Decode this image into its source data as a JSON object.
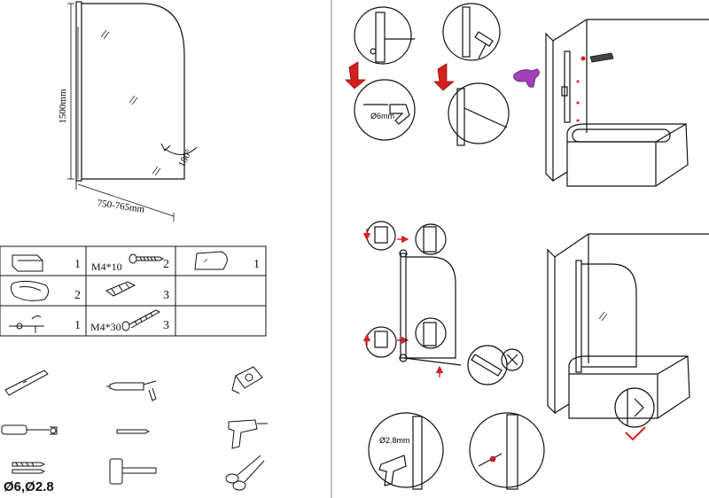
{
  "panel_dimensions": {
    "height": "1500mm",
    "width": "750-765mm",
    "rotation": "180°"
  },
  "parts_table": [
    {
      "item": "wall-profile",
      "qty": "1"
    },
    {
      "item": "screw",
      "label": "M4*10",
      "qty": "2"
    },
    {
      "item": "glass-panel",
      "qty": "1"
    },
    {
      "item": "seal-cap",
      "qty": "2"
    },
    {
      "item": "wall-plug",
      "qty": "3"
    },
    {
      "item": "hinge-clip",
      "qty": "1"
    },
    {
      "item": "screw",
      "label": "M4*30",
      "qty": "3"
    }
  ],
  "tools": [
    "spirit-level",
    "silicone-gun",
    "tape-measure",
    "screwdriver",
    "pencil",
    "drill",
    "drill-bits",
    "hammer",
    "scissors"
  ],
  "drill_sizes": "Ø6,Ø2.8",
  "callouts": {
    "drill_bit_1": "Ø6mm",
    "drill_bit_2": "Ø2.8mm"
  },
  "colors": {
    "line": "#111111",
    "accent_red": "#d42020",
    "accent_purple": "#a042b8"
  }
}
